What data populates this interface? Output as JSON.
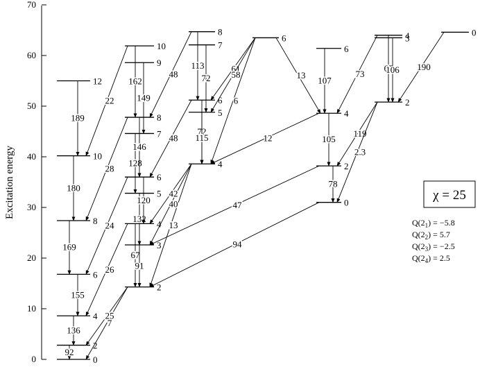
{
  "axis": {
    "ylabel": "Excitation energy",
    "ticks": [
      0,
      10,
      20,
      30,
      40,
      50,
      60,
      70
    ]
  },
  "legend": {
    "chi": "χ = 25",
    "quadrupole": [
      {
        "pre": "Q(2",
        "sub": "1",
        "post": ") = −5.8"
      },
      {
        "pre": "Q(2",
        "sub": "2",
        "post": ") =  5.7"
      },
      {
        "pre": "Q(2",
        "sub": "3",
        "post": ") = −2.5"
      },
      {
        "pre": "Q(2",
        "sub": "4",
        "post": ") =  2.5"
      }
    ]
  },
  "levels": [
    {
      "id": "g0",
      "spin": "0",
      "E": 0
    },
    {
      "id": "g2",
      "spin": "2",
      "E": 2.8
    },
    {
      "id": "g4",
      "spin": "4",
      "E": 8.6
    },
    {
      "id": "g6",
      "spin": "6",
      "E": 16.8
    },
    {
      "id": "g8",
      "spin": "8",
      "E": 27.4
    },
    {
      "id": "g10",
      "spin": "10",
      "E": 40.2
    },
    {
      "id": "g12",
      "spin": "12",
      "E": 55.0
    },
    {
      "id": "b2",
      "spin": "2",
      "E": 14.3
    },
    {
      "id": "b3",
      "spin": "3",
      "E": 22.6
    },
    {
      "id": "b4",
      "spin": "4",
      "E": 26.8
    },
    {
      "id": "b5",
      "spin": "5",
      "E": 32.8
    },
    {
      "id": "b6",
      "spin": "6",
      "E": 36.0
    },
    {
      "id": "b7",
      "spin": "7",
      "E": 44.6
    },
    {
      "id": "b8",
      "spin": "8",
      "E": 47.8
    },
    {
      "id": "b9",
      "spin": "9",
      "E": 58.6
    },
    {
      "id": "b10",
      "spin": "10",
      "E": 61.9
    },
    {
      "id": "c4",
      "spin": "4",
      "E": 38.6
    },
    {
      "id": "c5",
      "spin": "5",
      "E": 48.8
    },
    {
      "id": "c6",
      "spin": "6",
      "E": 51.2
    },
    {
      "id": "c7",
      "spin": "7",
      "E": 62.1
    },
    {
      "id": "c8",
      "spin": "8",
      "E": 64.7
    },
    {
      "id": "d6",
      "spin": "6",
      "E": 63.5
    },
    {
      "id": "e0",
      "spin": "0",
      "E": 31.0
    },
    {
      "id": "e2",
      "spin": "2",
      "E": 38.2
    },
    {
      "id": "e4",
      "spin": "4",
      "E": 48.6
    },
    {
      "id": "e6",
      "spin": "6",
      "E": 61.4
    },
    {
      "id": "f2",
      "spin": "2",
      "E": 50.8
    },
    {
      "id": "f3",
      "spin": "3",
      "E": 63.5
    },
    {
      "id": "f4",
      "spin": "4",
      "E": 64.0
    },
    {
      "id": "h0",
      "spin": "0",
      "E": 64.6
    }
  ],
  "transitions": [
    {
      "from": "g2",
      "to": "g0",
      "label": "92"
    },
    {
      "from": "g4",
      "to": "g2",
      "label": "136"
    },
    {
      "from": "g6",
      "to": "g4",
      "label": "155"
    },
    {
      "from": "g8",
      "to": "g6",
      "label": "169"
    },
    {
      "from": "g10",
      "to": "g8",
      "label": "180"
    },
    {
      "from": "g12",
      "to": "g10",
      "label": "189"
    },
    {
      "from": "b2",
      "to": "g0",
      "label": "7"
    },
    {
      "from": "b2",
      "to": "g2",
      "label": "25"
    },
    {
      "from": "b4",
      "to": "g4",
      "label": "26"
    },
    {
      "from": "b6",
      "to": "g6",
      "label": "24"
    },
    {
      "from": "b8",
      "to": "g8",
      "label": "28"
    },
    {
      "from": "b10",
      "to": "g10",
      "label": "22"
    },
    {
      "from": "b4",
      "to": "b2",
      "label": "67"
    },
    {
      "from": "b5",
      "to": "b3",
      "label": "132"
    },
    {
      "from": "b6",
      "to": "b4",
      "label": "120"
    },
    {
      "from": "b7",
      "to": "b5",
      "label": "128"
    },
    {
      "from": "b8",
      "to": "b6",
      "label": "146"
    },
    {
      "from": "b9",
      "to": "b7",
      "label": "149"
    },
    {
      "from": "b10",
      "to": "b8",
      "label": "162"
    },
    {
      "from": "b3",
      "to": "b2",
      "label": "91"
    },
    {
      "from": "c4",
      "to": "b2",
      "label": "13"
    },
    {
      "from": "c4",
      "to": "b3",
      "label": "40"
    },
    {
      "from": "c4",
      "to": "b4",
      "label": "42"
    },
    {
      "from": "c6",
      "to": "b6",
      "label": "48"
    },
    {
      "from": "c8",
      "to": "b8",
      "label": "48"
    },
    {
      "from": "c6",
      "to": "c4",
      "label": "72"
    },
    {
      "from": "c7",
      "to": "c5",
      "label": "72"
    },
    {
      "from": "c8",
      "to": "c6",
      "label": "113"
    },
    {
      "from": "c5",
      "to": "c4",
      "label": "115"
    },
    {
      "from": "d6",
      "to": "c6",
      "label": "61"
    },
    {
      "from": "d6",
      "to": "c5",
      "label": "58"
    },
    {
      "from": "d6",
      "to": "c4",
      "label": "6"
    },
    {
      "from": "d6",
      "to": "e4",
      "label": "13"
    },
    {
      "from": "e6",
      "to": "e4",
      "label": "107"
    },
    {
      "from": "e4",
      "to": "e2",
      "label": "105"
    },
    {
      "from": "e2",
      "to": "e0",
      "label": "78"
    },
    {
      "from": "e4",
      "to": "c4",
      "label": "12"
    },
    {
      "from": "e2",
      "to": "b3",
      "label": "47"
    },
    {
      "from": "e0",
      "to": "b2",
      "label": "94"
    },
    {
      "from": "f4",
      "to": "e4",
      "label": "73"
    },
    {
      "from": "f4",
      "to": "f2",
      "label": "67"
    },
    {
      "from": "f3",
      "to": "f2",
      "label": "106"
    },
    {
      "from": "f2",
      "to": "e2",
      "label": "119"
    },
    {
      "from": "f2",
      "to": "e0",
      "label": "2.3"
    },
    {
      "from": "h0",
      "to": "f2",
      "label": "190"
    }
  ]
}
